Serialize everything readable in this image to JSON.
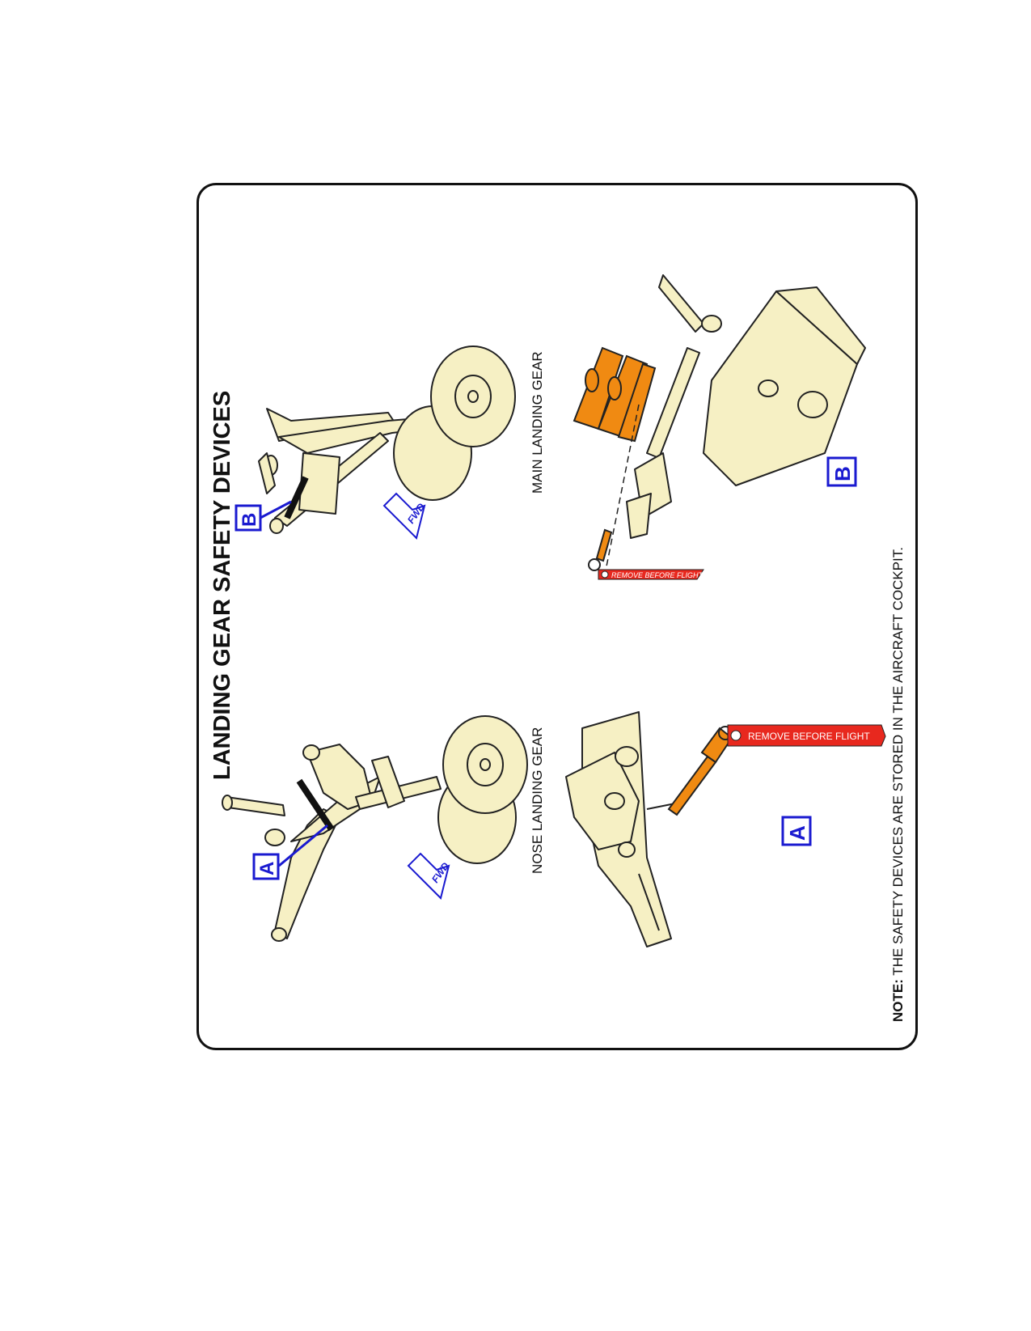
{
  "title": "LANDING GEAR SAFETY DEVICES",
  "nose_gear": {
    "label": "NOSE LANDING GEAR",
    "callout": "A",
    "fwd": "FWD"
  },
  "main_gear": {
    "label": "MAIN LANDING GEAR",
    "callout": "B",
    "fwd": "FWD"
  },
  "detail_a": {
    "callout": "A",
    "tag_text": "REMOVE BEFORE FLIGHT"
  },
  "detail_b": {
    "callout": "B",
    "tag_text": "REMOVE BEFORE FLIGHT"
  },
  "note": {
    "prefix": "NOTE:",
    "text": "THE SAFETY DEVICES ARE STORED IN THE AIRCRAFT COCKPIT."
  },
  "colors": {
    "part": "#f6f0c4",
    "line": "#222222",
    "callout": "#1a1ad0",
    "pin": "#f08a12",
    "tag": "#e8281e"
  }
}
